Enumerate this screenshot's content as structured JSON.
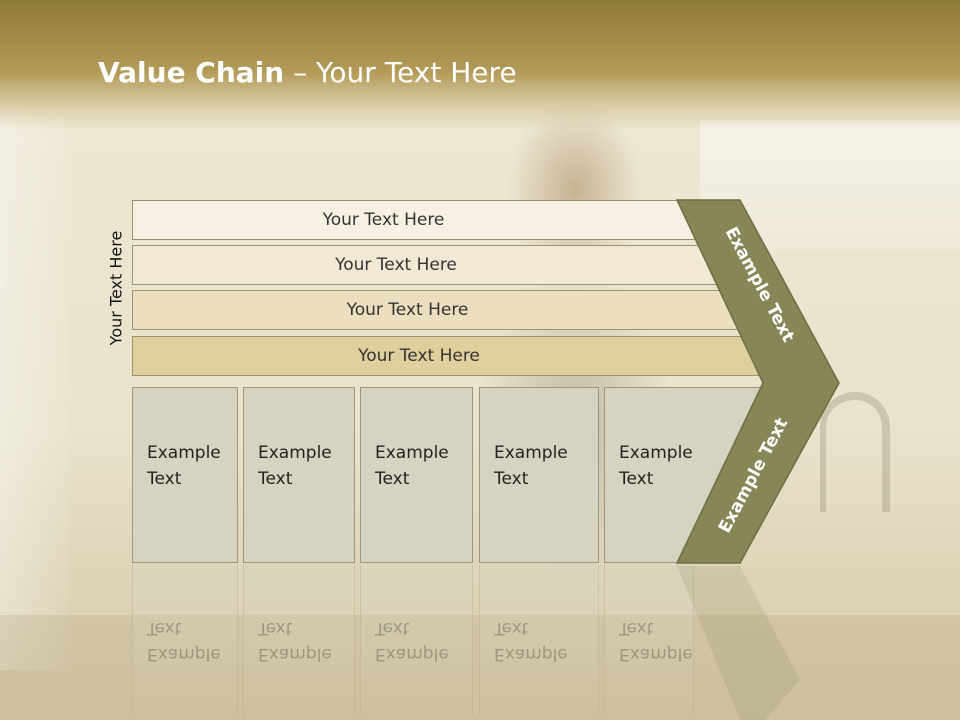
{
  "slide": {
    "title_bold": "Value Chain",
    "title_rest": " – Your Text Here",
    "side_label": "Your Text Here"
  },
  "rows": [
    {
      "label": "Your Text Here"
    },
    {
      "label": "Your Text Here"
    },
    {
      "label": "Your Text Here"
    },
    {
      "label": "Your Text Here"
    }
  ],
  "boxes": [
    {
      "line1": "Example",
      "line2": "Text"
    },
    {
      "line1": "Example",
      "line2": "Text"
    },
    {
      "line1": "Example",
      "line2": "Text"
    },
    {
      "line1": "Example",
      "line2": "Text"
    },
    {
      "line1": "Example",
      "line2": "Text"
    }
  ],
  "chevron": {
    "upper_label": "Example Text",
    "lower_label": "Example Text",
    "color": "#868657"
  },
  "colors": {
    "header": "#a58e4b",
    "row_fills": [
      "#f6f1e2",
      "#f1e9d3",
      "#ebdfbf",
      "#e0cf9d"
    ],
    "box_fill": "#d6d4c0"
  }
}
